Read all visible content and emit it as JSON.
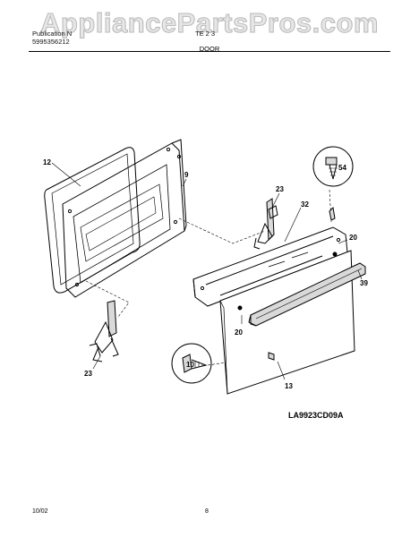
{
  "header": {
    "watermark": "AppliancePartsPros.com",
    "left_line1": "Publication N",
    "left_line2": "5995356212",
    "model": "TE 2 3",
    "section": "DOOR"
  },
  "callouts": [
    "12",
    "9",
    "23",
    "32",
    "54",
    "20",
    "39",
    "20",
    "10",
    "13",
    "23"
  ],
  "diagram_code": "LA9923CD09A",
  "footer": {
    "date": "10/02",
    "page": "8"
  },
  "colors": {
    "line": "#000000",
    "shade": "#d9d9d9",
    "watermark": "#e6e6e6"
  }
}
